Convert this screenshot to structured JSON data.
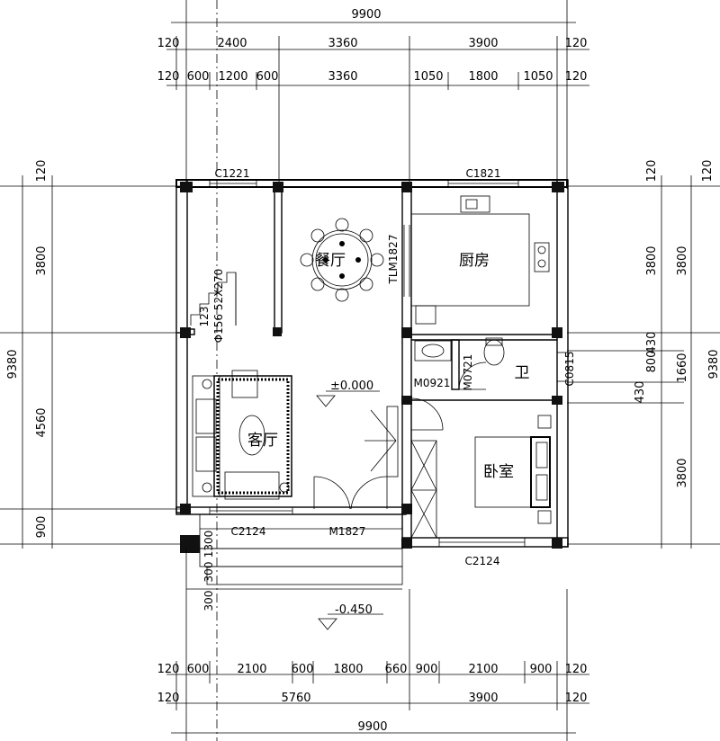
{
  "top_dims": {
    "total": "9900",
    "row1": [
      "120",
      "2400",
      "3360",
      "3900",
      "120"
    ],
    "row2": [
      "120",
      "600",
      "1200",
      "600",
      "3360",
      "1050",
      "1800",
      "1050",
      "120"
    ]
  },
  "bottom_dims": {
    "row1": [
      "120",
      "600",
      "2100",
      "600",
      "1800",
      "660",
      "900",
      "2100",
      "900",
      "120"
    ],
    "row2": [
      "120",
      "5760",
      "3900",
      "120"
    ],
    "total": "9900"
  },
  "left_dims": {
    "top": "120",
    "segments": [
      "3800",
      "4560",
      "900"
    ],
    "total": "9380"
  },
  "right_dims": {
    "top_a": "120",
    "top_b": "120",
    "inner": [
      "3800",
      "800",
      "430",
      "430"
    ],
    "mid": [
      "3800",
      "1660",
      "3800"
    ],
    "total": "9380"
  },
  "rooms": {
    "dining": "餐厅",
    "kitchen": "厨房",
    "living": "客厅",
    "bath": "卫",
    "bedroom": "卧室"
  },
  "openings": {
    "c1221": "C1221",
    "c1821": "C1821",
    "tlm1827": "TLM1827",
    "m0921": "M0921",
    "m0721": "M0721",
    "c0815": "C0815",
    "c2124_left": "C2124",
    "m1827": "M1827",
    "c2124_right": "C2124"
  },
  "stair": {
    "number": "123",
    "label": "Φ156 52X270"
  },
  "levels": {
    "floor": "±0.000",
    "exterior": "-0.450"
  },
  "steps": [
    "1300",
    "300",
    "300"
  ]
}
